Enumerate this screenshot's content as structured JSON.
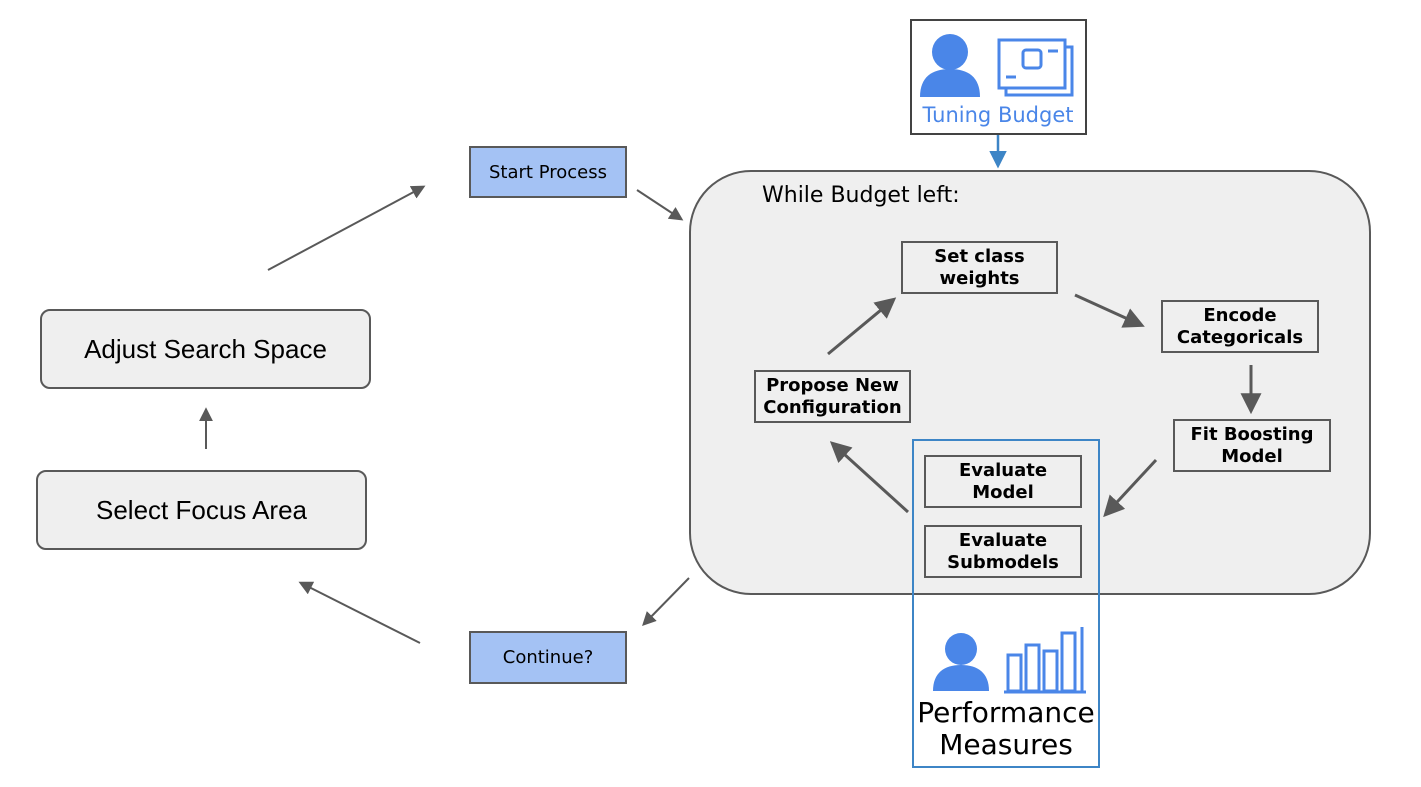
{
  "outer_loop": {
    "adjust_search_space": "Adjust Search Space",
    "select_focus_area": "Select Focus Area",
    "start_process": "Start Process",
    "continue": "Continue?"
  },
  "inner_loop": {
    "title": "While Budget left:",
    "set_class_weights": "Set class\nweights",
    "encode_categoricals": "Encode\nCategoricals",
    "fit_boosting_model": "Fit Boosting\nModel",
    "evaluate_model": "Evaluate\nModel",
    "evaluate_submodels": "Evaluate\nSubmodels",
    "propose_new_configuration": "Propose New\nConfiguration"
  },
  "tuning_budget": {
    "label": "Tuning Budget",
    "icons": [
      "person-icon",
      "money-icon"
    ]
  },
  "performance_measures": {
    "label": "Performance\nMeasures",
    "icons": [
      "person-icon",
      "bar-chart-icon"
    ]
  },
  "colors": {
    "blue_accent": "#4a86e8",
    "box_fill": "#efefef",
    "highlight_fill": "#a4c2f4",
    "border": "#595959",
    "perf_border": "#3d85c6"
  }
}
